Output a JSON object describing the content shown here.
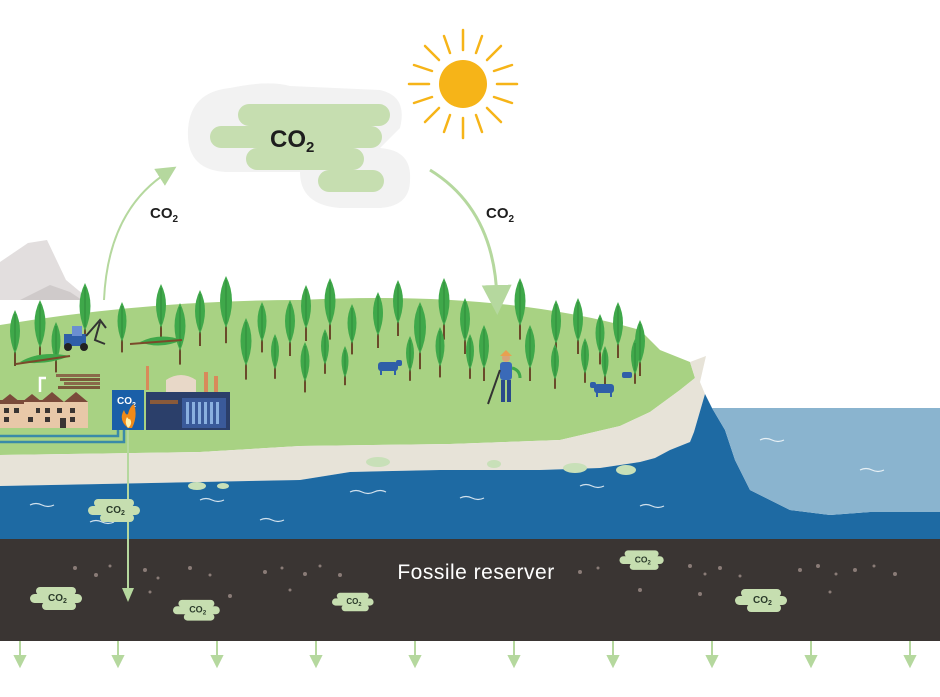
{
  "colors": {
    "sky": "#ffffff",
    "cloud_halo": "#f2f2f2",
    "cloud_green": "#c6deb0",
    "sun": "#f6b418",
    "mountain": "#e2dede",
    "grass": "#a8d283",
    "cliff": "#e7e3d8",
    "ocean": "#1e6aa3",
    "ocean_light": "#8ab4cf",
    "ground": "#3a3533",
    "tree": "#3fa84a",
    "arrow": "#b5d89e"
  },
  "labels": {
    "cloud_co2": "CO",
    "cloud_co2_sub": "2",
    "left_co2": "CO",
    "left_co2_sub": "2",
    "right_co2": "CO",
    "right_co2_sub": "2",
    "plant_co2": "CO",
    "plant_co2_sub": "2",
    "reservoir": "Fossile reserver",
    "bubble_co2": "CO",
    "bubble_co2_sub": "2"
  },
  "icons": [
    "sun-icon",
    "tree-icon",
    "house-icon",
    "cow-icon",
    "tractor-icon",
    "farmer-icon",
    "power-plant-icon",
    "flame-icon",
    "log-pile-icon",
    "mountain-icon"
  ]
}
